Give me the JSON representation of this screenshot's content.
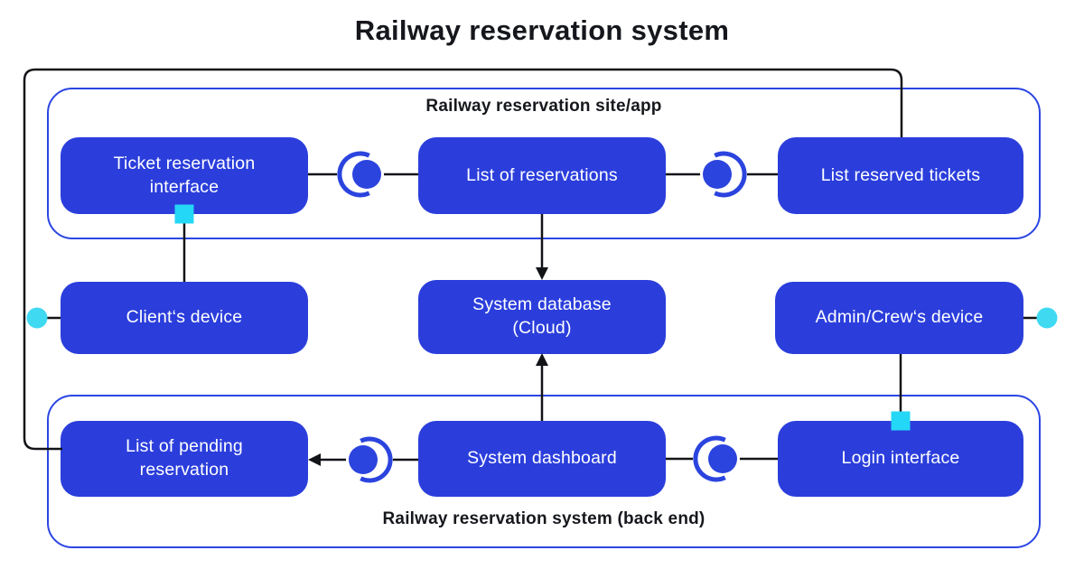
{
  "title": "Railway reservation system",
  "containers": {
    "frontend": {
      "label": "Railway reservation site/app"
    },
    "backend": {
      "label": "Railway reservation system (back end)"
    }
  },
  "nodes": {
    "ticket_reservation_interface": "Ticket reservation interface",
    "list_of_reservations": "List of reservations",
    "list_reserved_tickets": "List reserved tickets",
    "clients_device": "Client‘s device",
    "system_database": "System database (Cloud)",
    "admin_crews_device": "Admin/Crew‘s device",
    "list_of_pending_reservation": "List of pending reservation",
    "system_dashboard": "System dashboard",
    "login_interface": "Login interface"
  },
  "colors": {
    "node_fill": "#2b3edc",
    "container_border": "#2b46e3",
    "connector_blue": "#2b44de",
    "port_cyan": "#25d7f6",
    "lollipop_cyan": "#3fd9f2",
    "line_black": "#121418",
    "text_dark": "#16181d",
    "text_light": "#ffffff"
  }
}
